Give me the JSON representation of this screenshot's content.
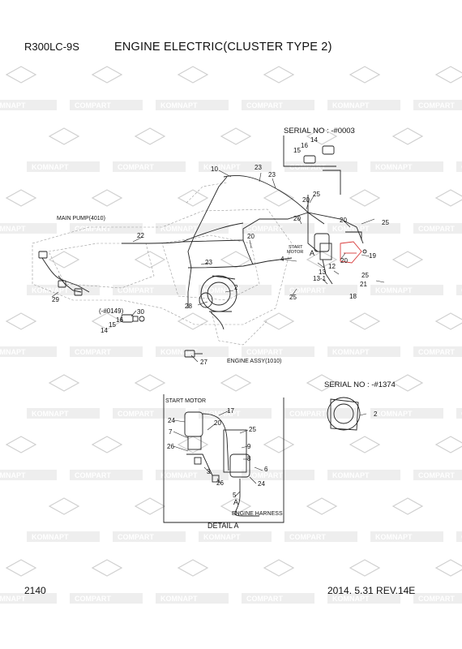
{
  "header": {
    "model": "R300LC-9S",
    "title": "ENGINE ELECTRIC(CLUSTER TYPE 2)"
  },
  "watermark": {
    "brand_a": "KOMNAPT",
    "brand_b": "COMPART"
  },
  "serial_boxes": {
    "upper": "SERIAL NO : -#0003",
    "lower": "SERIAL NO : -#1374"
  },
  "labels": {
    "main_pump": "MAIN PUMP(4010)",
    "start_motor_top_1": "START",
    "start_motor_top_2": "MOTOR",
    "serial_0149": "(-#0149)",
    "engine_assy": "ENGINE ASSY(1010)",
    "detail_start_motor": "START MOTOR",
    "engine_harness": "ENGINE HARNESS",
    "detail_a": "DETAIL A",
    "letter_a_main": "A",
    "letter_a_detail": "A"
  },
  "callouts": {
    "main": [
      "10",
      "23",
      "23",
      "20",
      "25",
      "20",
      "20",
      "25",
      "14",
      "15",
      "16",
      "22",
      "20",
      "23",
      "4",
      "12",
      "13",
      "13-1",
      "19",
      "25",
      "21",
      "18",
      "25",
      "29",
      "2",
      "30",
      "28",
      "14",
      "15",
      "16",
      "27",
      "20",
      "2"
    ],
    "detail": [
      "17",
      "24",
      "20",
      "7",
      "25",
      "26",
      "9",
      "8",
      "3",
      "6",
      "24",
      "26",
      "5"
    ]
  },
  "colors": {
    "line": "#222222",
    "faint_line": "#9a9a9a",
    "watermark": "#cfcfcf",
    "marker_red": "#d83a3a"
  },
  "footer": {
    "page": "2140",
    "rev": "2014. 5.31  REV.14E"
  }
}
